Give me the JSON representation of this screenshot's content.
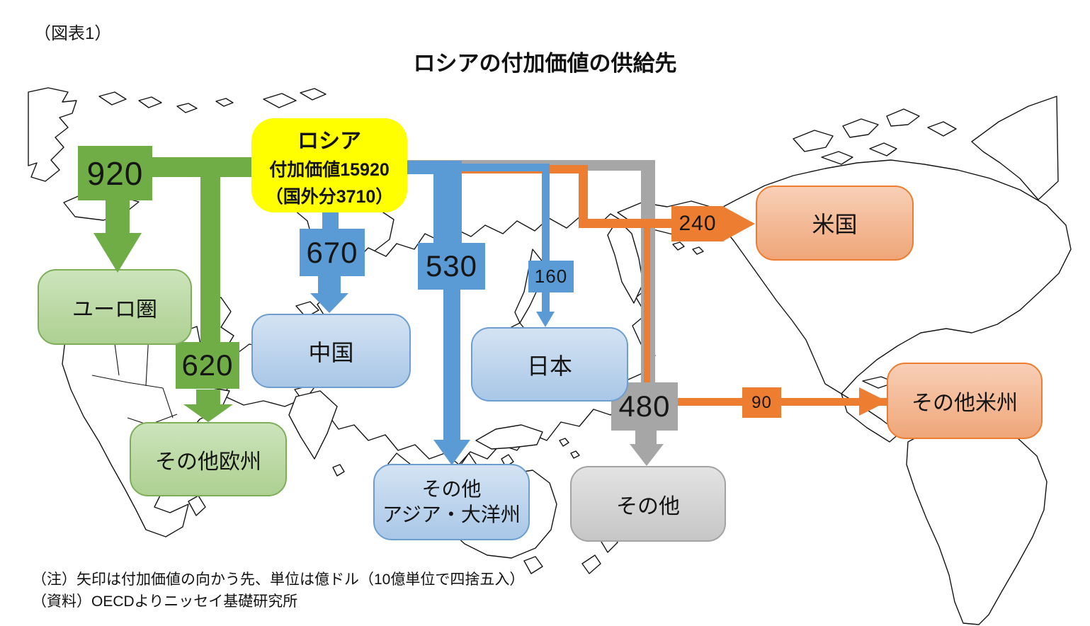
{
  "figure_label": "（図表1）",
  "title": "ロシアの付加価値の供給先",
  "russia_node": {
    "name": "ロシア",
    "value_added_line": "付加価値15920",
    "foreign_share_line": "（国外分3710）",
    "value_added_total": 15920,
    "foreign_portion": 3710
  },
  "flows": {
    "euro": {
      "value": 920,
      "label": "ユーロ圏"
    },
    "other_europe": {
      "value": 620,
      "label": "その他欧州"
    },
    "china": {
      "value": 670,
      "label": "中国"
    },
    "other_asia": {
      "value": 530,
      "label_line1": "その他",
      "label_line2": "アジア・大洋州"
    },
    "japan": {
      "value": 160,
      "label": "日本"
    },
    "usa": {
      "value": 240,
      "label": "米国"
    },
    "other_americas": {
      "value": 90,
      "label": "その他米州"
    },
    "other": {
      "value": 480,
      "label": "その他"
    }
  },
  "notes": {
    "note": "（注）矢印は付加価値の向かう先、単位は億ドル（10億単位で四捨五入）",
    "source": "（資料）OECDよりニッセイ基礎研究所"
  },
  "colors": {
    "green": "#70AD47",
    "blue": "#5B9BD5",
    "orange": "#ED7D31",
    "gray": "#A6A6A6",
    "yellow": "#FFFF00"
  }
}
